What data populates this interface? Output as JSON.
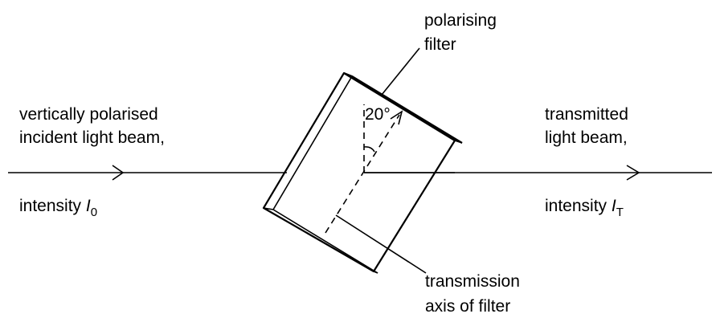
{
  "labels": {
    "incident_line1": "vertically polarised",
    "incident_line2": "incident light beam,",
    "incident_intensity_text": "intensity ",
    "incident_intensity_symbol": "I",
    "incident_intensity_sub": "0",
    "filter_line1": "polarising",
    "filter_line2": "filter",
    "angle": "20°",
    "transmitted_line1": "transmitted",
    "transmitted_line2": "light beam,",
    "transmitted_intensity_text": "intensity ",
    "transmitted_intensity_symbol": "I",
    "transmitted_intensity_sub": "T",
    "axis_line1": "transmission",
    "axis_line2": "axis of filter"
  },
  "colors": {
    "ink": "#000000",
    "background": "#ffffff"
  }
}
